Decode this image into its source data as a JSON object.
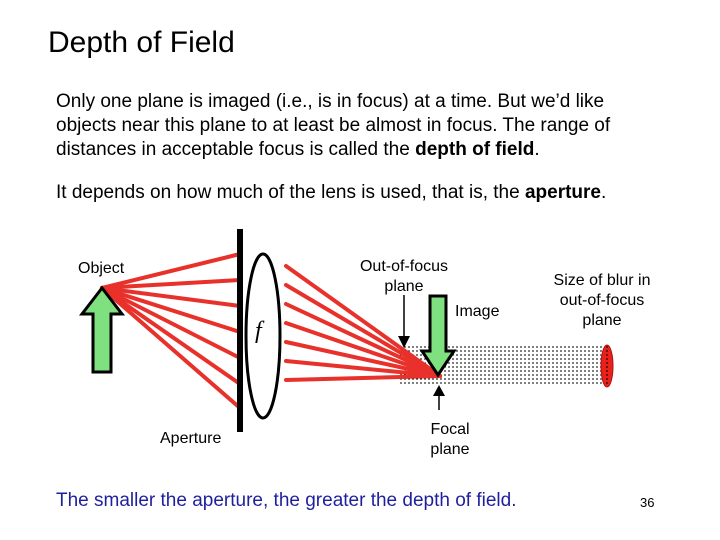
{
  "title": "Depth of Field",
  "paragraph1": {
    "before": "Only one plane is imaged (i.e., is in focus) at a time.  But we’d like objects near this plane to at least be almost in focus. The range of distances in acceptable focus is called the ",
    "bold": "depth of field",
    "after": "."
  },
  "paragraph2": {
    "before": "It depends on how much of the lens is used, that is, the ",
    "bold": "aperture",
    "after": "."
  },
  "diagram": {
    "object_label": "Object",
    "out_of_focus_label": "Out-of-focus plane",
    "image_label": "Image",
    "blur_label": "Size of blur in out-of-focus plane",
    "focal_length_symbol": "f",
    "aperture_label": "Aperture",
    "focal_plane_label": "Focal plane",
    "colors": {
      "rays": "#e8312a",
      "arrow_fill": "#7fe07f",
      "blur_fill": "#e8211b",
      "lens_stroke": "#000000"
    }
  },
  "footer_text": "The smaller the aperture, the greater the depth of field.",
  "page_number": "36"
}
